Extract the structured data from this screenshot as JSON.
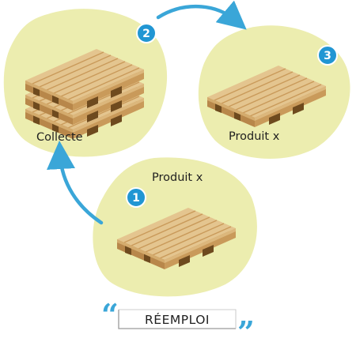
{
  "colors": {
    "blob": "#ecedaf",
    "arrow": "#3aa6d8",
    "badge": "#2196d3",
    "wood_top": "#e4c58f",
    "wood_side": "#c99a5a",
    "wood_dark": "#a87938",
    "text": "#1f1f1f"
  },
  "steps": [
    {
      "number": "1",
      "label": "Produit x"
    },
    {
      "number": "2",
      "label": "Collecte"
    },
    {
      "number": "3",
      "label": "Produit x"
    }
  ],
  "banner": {
    "open_quote": "“",
    "title": "RÉEMPLOI",
    "close_quote": "”"
  }
}
